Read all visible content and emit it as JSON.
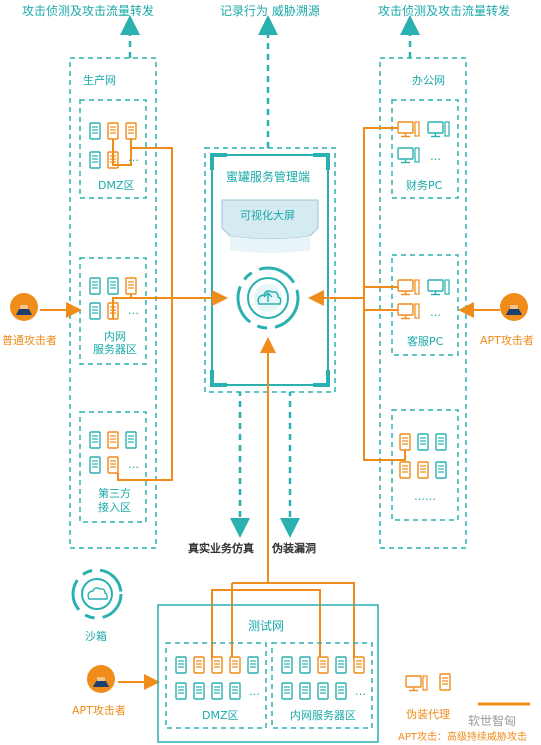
{
  "top_labels": {
    "left": "攻击侦测及攻击流量转发",
    "center": "记录行为 威胁溯源",
    "right": "攻击侦测及攻击流量转发"
  },
  "production_net": {
    "title": "生产网",
    "zones": [
      {
        "label": "DMZ区"
      },
      {
        "label": "内网",
        "label2": "服务器区"
      },
      {
        "label": "第三方",
        "label2": "接入区"
      }
    ]
  },
  "office_net": {
    "title": "办公网",
    "zones": [
      {
        "label": "财务PC"
      },
      {
        "label": "客服PC"
      },
      {
        "label": "……"
      }
    ]
  },
  "honeypot": {
    "title": "蜜罐服务管理端",
    "screen": "可视化大屏"
  },
  "attackers": {
    "left": "普通攻击者",
    "right": "APT攻击者",
    "bottom_left": "APT攻击者"
  },
  "bottom_labels": {
    "real_sim": "真实业务仿真",
    "fake_vuln": "伪装漏洞"
  },
  "sandbox": "沙箱",
  "test_net": {
    "title": "测试网",
    "zones": [
      {
        "label": "DMZ区"
      },
      {
        "label": "内网服务器区"
      }
    ]
  },
  "legend": {
    "decoy": "伪装代理",
    "apt_note": "APT攻击：高级持续威胁攻击"
  },
  "watermark": "软世智匈",
  "ellipsis": "…",
  "colors": {
    "teal": "#2bb0b0",
    "orange": "#f08c1a",
    "navy": "#1f3f6e"
  }
}
